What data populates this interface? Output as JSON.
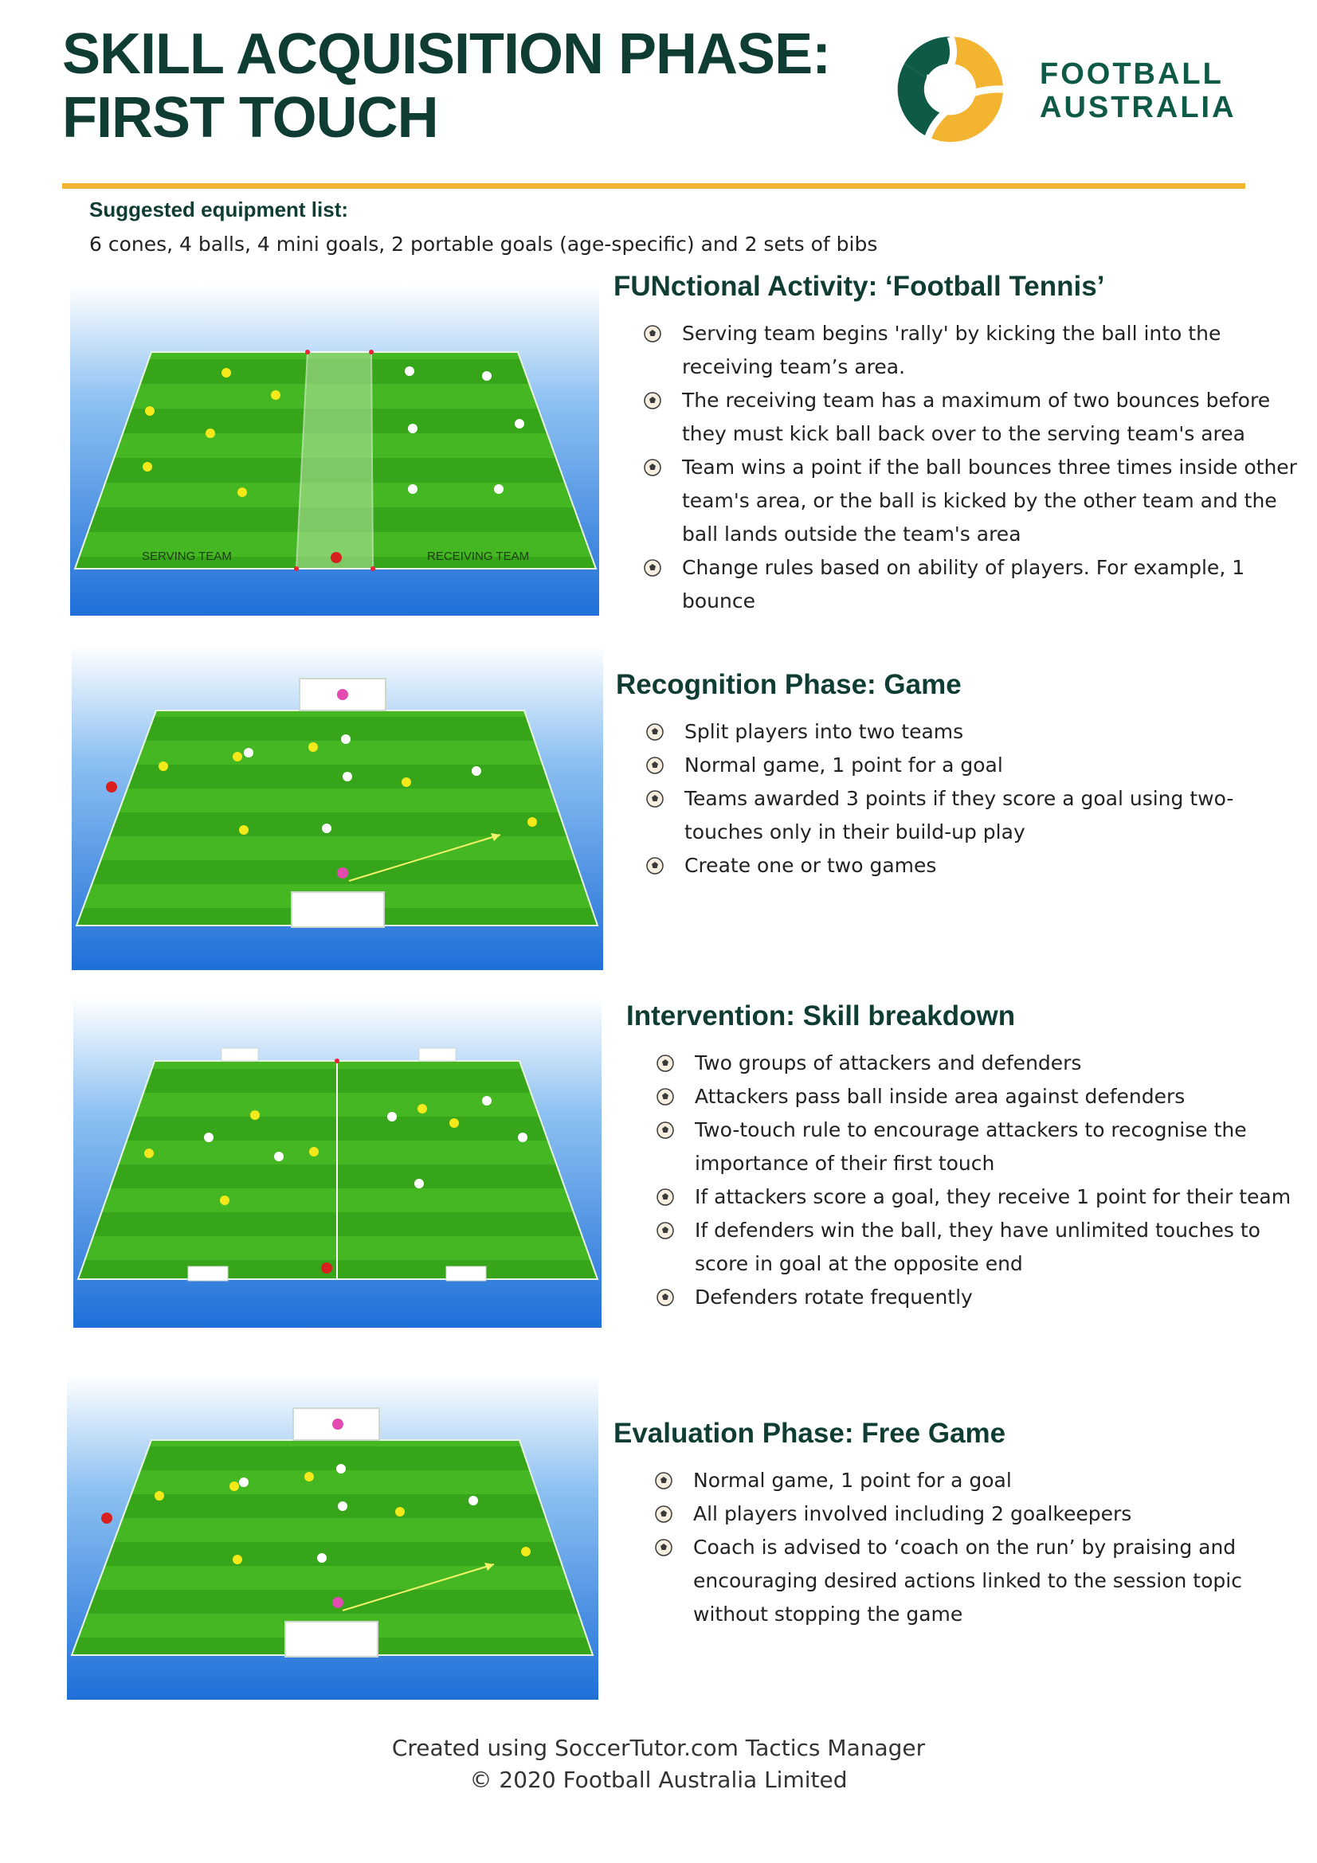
{
  "header": {
    "title_line1": "SKILL ACQUISITION PHASE:",
    "title_line2": "FIRST TOUCH",
    "logo_line1": "FOOTBALL",
    "logo_line2": "AUSTRALIA"
  },
  "colors": {
    "brand_green": "#0f3d33",
    "accent_gold": "#f2b431",
    "pitch_green": "#3fb21f",
    "sky_blue": "#2f80e0"
  },
  "equipment": {
    "title": "Suggested equipment list:",
    "text": "6 cones, 4 balls, 4 mini goals, 2 portable goals (age-specific) and 2 sets of bibs"
  },
  "sections": [
    {
      "title": "FUNctional Activity: ‘Football Tennis’",
      "bullets": [
        "Serving team begins 'rally' by kicking the ball into the receiving team’s area.",
        "The receiving team has a maximum of two bounces before they must kick ball back over to the serving team's area",
        "Team wins a point if the ball bounces three times inside other team's area, or the ball is kicked by the other team and the ball lands outside the team's area",
        "Change rules based on ability of players. For example, 1 bounce"
      ],
      "diagram_labels": [
        "SERVING TEAM",
        "RECEIVING TEAM"
      ]
    },
    {
      "title": "Recognition Phase: Game",
      "bullets": [
        "Split players into two teams",
        "Normal game, 1 point for a goal",
        "Teams awarded 3 points if they score a goal using two-touches only in their build-up play",
        "Create one or two games"
      ]
    },
    {
      "title": "Intervention: Skill breakdown",
      "bullets": [
        "Two groups of attackers and defenders",
        "Attackers pass ball inside area against defenders",
        "Two-touch rule to encourage attackers to recognise the importance of their first touch",
        "If attackers score a goal, they receive 1 point for their team",
        "If defenders win the ball, they have unlimited touches to score in goal at the opposite end",
        "Defenders rotate frequently"
      ]
    },
    {
      "title": "Evaluation Phase: Free Game",
      "bullets": [
        "Normal game, 1 point for a goal",
        "All players involved including 2 goalkeepers",
        "Coach is advised to ‘coach on the run’ by praising and encouraging desired actions linked to the session topic without stopping the game"
      ]
    }
  ],
  "footer": {
    "line1": "Created using SoccerTutor.com Tactics Manager",
    "line2": "© 2020 Football Australia Limited"
  }
}
